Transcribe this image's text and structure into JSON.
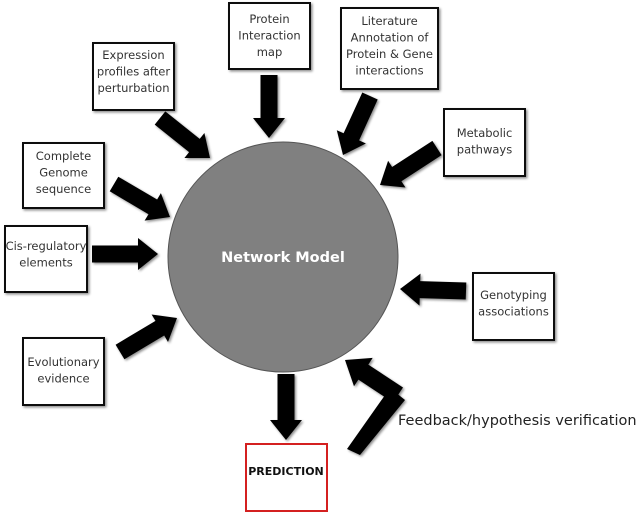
{
  "diagram": {
    "center": {
      "label": "Network Model",
      "fill": "#808080",
      "stroke": "#555555",
      "text_color": "#ffffff"
    },
    "inputs": [
      {
        "id": "protein-interaction-map",
        "lines": [
          "Protein",
          "Interaction",
          "map"
        ]
      },
      {
        "id": "expression-profiles",
        "lines": [
          "Expression",
          "profiles after",
          "perturbation"
        ]
      },
      {
        "id": "literature-annotation",
        "lines": [
          "Literature",
          "Annotation of",
          "Protein & Gene",
          "interactions"
        ]
      },
      {
        "id": "metabolic-pathways",
        "lines": [
          "Metabolic",
          "pathways"
        ]
      },
      {
        "id": "complete-genome",
        "lines": [
          "Complete",
          "Genome",
          "sequence"
        ]
      },
      {
        "id": "cis-regulatory",
        "lines": [
          "Cis-regulatory",
          "elements"
        ]
      },
      {
        "id": "genotyping-associations",
        "lines": [
          "Genotyping",
          "associations"
        ]
      },
      {
        "id": "evolutionary-evidence",
        "lines": [
          "Evolutionary",
          "evidence"
        ]
      }
    ],
    "output": {
      "label": "PREDICTION",
      "border_color": "#d42020"
    },
    "feedback": {
      "label": "Feedback/hypothesis verification"
    },
    "box_border_color": "#111111",
    "arrow_color": "#000000"
  }
}
